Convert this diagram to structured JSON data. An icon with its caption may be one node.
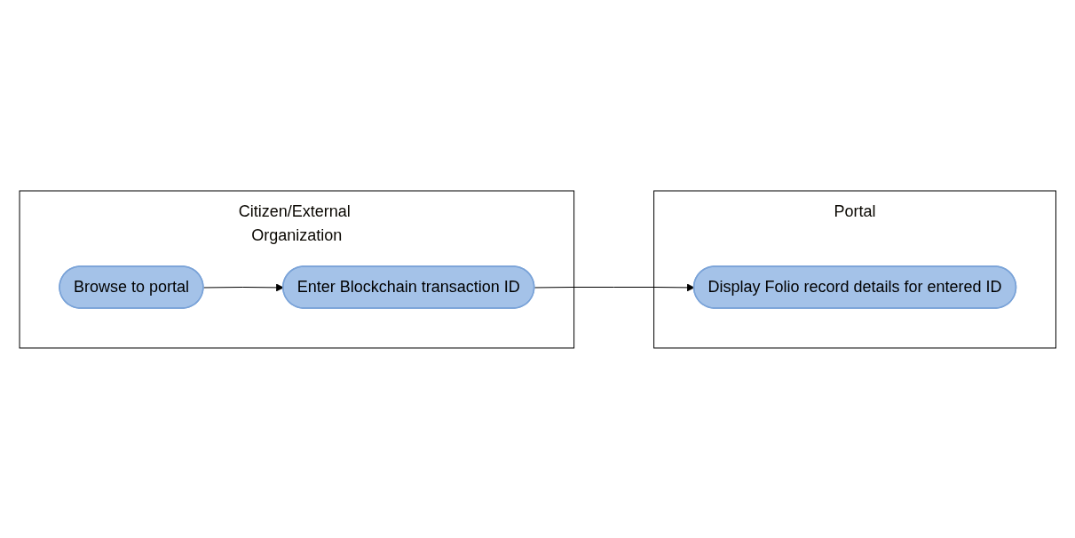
{
  "diagram": {
    "nodes": [
      {
        "text": [
          "Citizen/External Organization"
        ]
      },
      {
        "text": [
          "Browse to portal"
        ],
        "in": 0
      },
      {
        "text": [
          "Enter Blockchain transaction ID"
        ],
        "in": 0
      },
      {
        "text": [
          "Portal"
        ]
      },
      {
        "text": [
          "Display Folio record details for entered ID"
        ],
        "in": 3
      }
    ],
    "edges": [
      {
        "from": 1,
        "to": 2,
        "arrow": "to"
      },
      {
        "from": 2,
        "to": 4,
        "arrow": "to"
      }
    ]
  }
}
